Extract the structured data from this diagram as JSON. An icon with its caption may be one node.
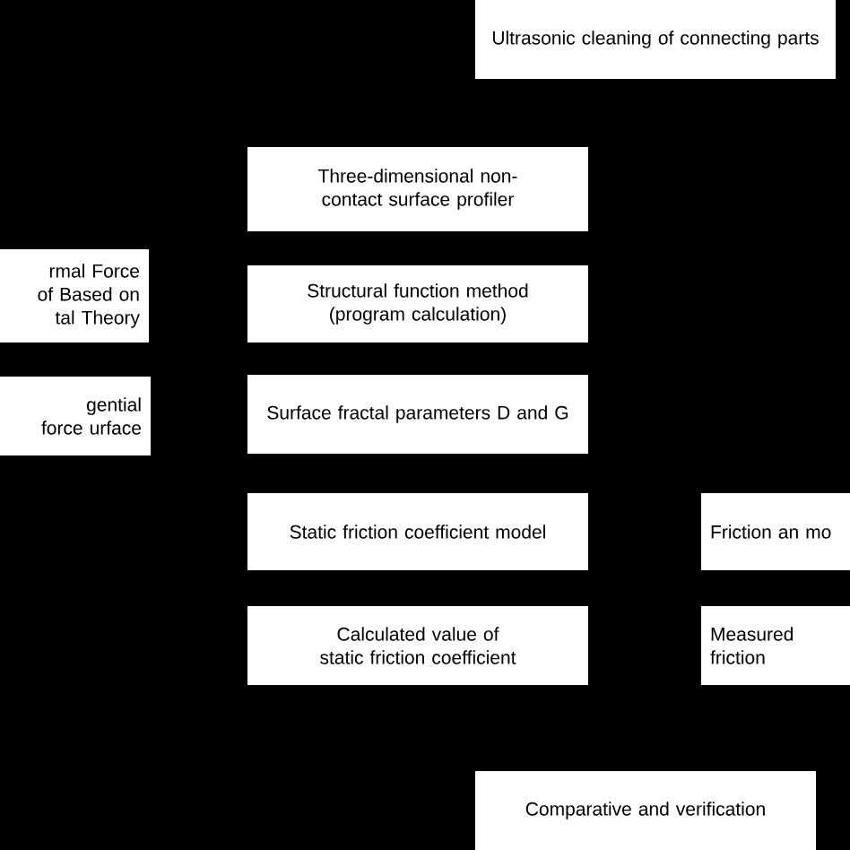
{
  "diagram": {
    "nodes": [
      {
        "text": [
          "Ultrasonic cleaning of connecting parts"
        ]
      },
      {
        "text": [
          "Three-dimensional non-contact surface profiler"
        ]
      },
      {
        "text": [
          "rmal Force of Based on tal Theory"
        ]
      },
      {
        "text": [
          "Structural function method (program calculation)"
        ]
      },
      {
        "text": [
          "gential force urface"
        ]
      },
      {
        "text": [
          "Surface fractal parameters D and G"
        ]
      },
      {
        "text": [
          "Static friction coefficient model"
        ]
      },
      {
        "text": [
          "Friction an mo"
        ]
      },
      {
        "text": [
          "Calculated value of static friction coefficient"
        ]
      },
      {
        "text": [
          "Measured friction"
        ]
      },
      {
        "text": [
          "Comparative and verification"
        ]
      }
    ]
  }
}
